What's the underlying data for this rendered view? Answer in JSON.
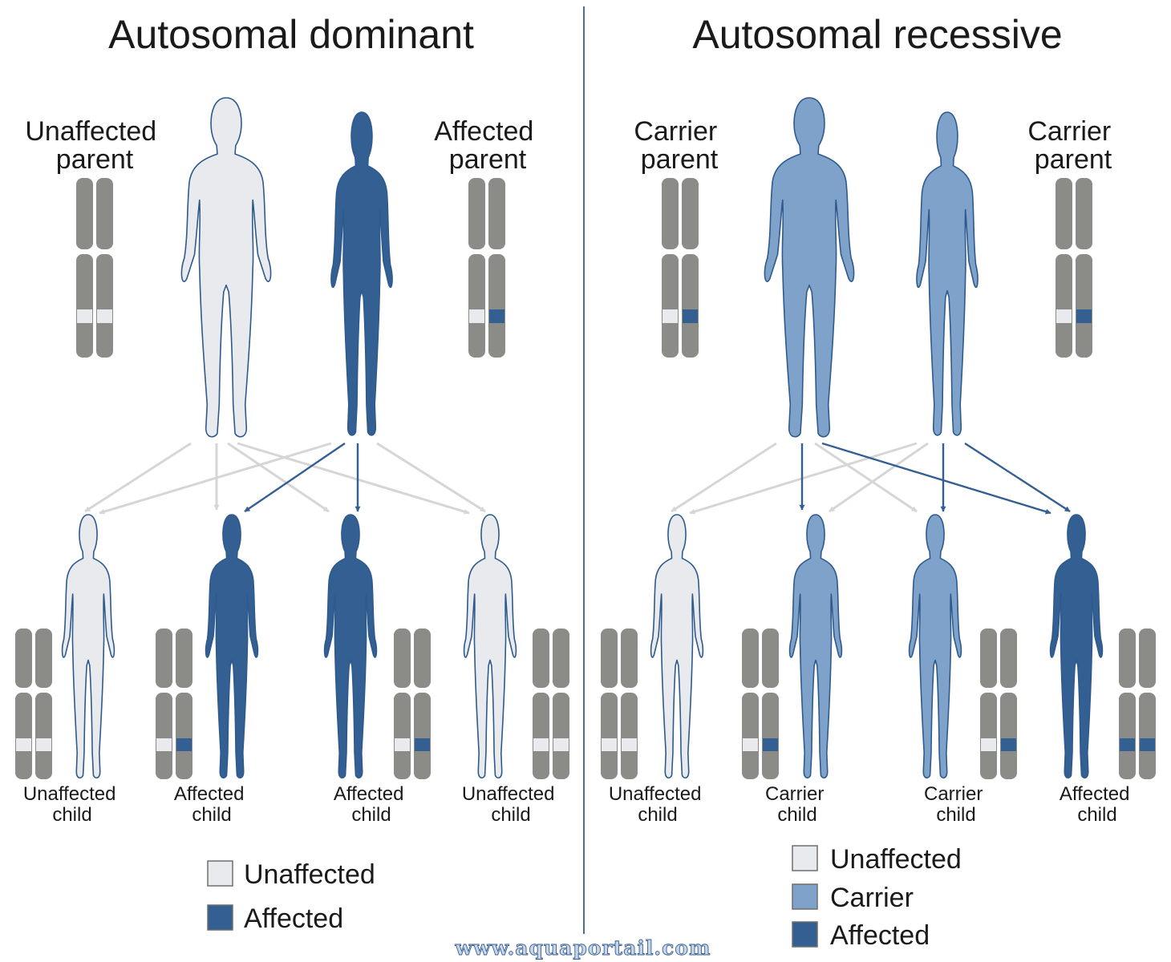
{
  "colors": {
    "unaffected": "#e8eaed",
    "carrier": "#7fa2ca",
    "affected": "#335f92",
    "chromosome": "#8b8b87",
    "outline": "#2e5a8d",
    "divider": "#4b6e96",
    "arrow_light": "#d6d6d6"
  },
  "icons": {
    "figure": "human-silhouette-icon",
    "chromosome": "chromosome-pair-icon",
    "arrow": "inheritance-arrow-icon"
  },
  "panels": [
    {
      "title": "Autosomal dominant",
      "parents": [
        {
          "label_lines": [
            "Unaffected",
            "parent"
          ],
          "status": "unaffected",
          "alleles": [
            "unaffected",
            "unaffected"
          ]
        },
        {
          "label_lines": [
            "Affected",
            "parent"
          ],
          "status": "affected",
          "alleles": [
            "unaffected",
            "affected"
          ]
        }
      ],
      "children": [
        {
          "label_lines": [
            "Unaffected",
            "child"
          ],
          "status": "unaffected",
          "alleles": [
            "unaffected",
            "unaffected"
          ]
        },
        {
          "label_lines": [
            "Affected",
            "child"
          ],
          "status": "affected",
          "alleles": [
            "unaffected",
            "affected"
          ]
        },
        {
          "label_lines": [
            "Affected",
            "child"
          ],
          "status": "affected",
          "alleles": [
            "unaffected",
            "affected"
          ]
        },
        {
          "label_lines": [
            "Unaffected",
            "child"
          ],
          "status": "unaffected",
          "alleles": [
            "unaffected",
            "unaffected"
          ]
        }
      ],
      "legend": [
        {
          "label": "Unaffected",
          "status": "unaffected"
        },
        {
          "label": "Affected",
          "status": "affected"
        }
      ]
    },
    {
      "title": "Autosomal recessive",
      "parents": [
        {
          "label_lines": [
            "Carrier",
            "parent"
          ],
          "status": "carrier",
          "alleles": [
            "unaffected",
            "affected"
          ]
        },
        {
          "label_lines": [
            "Carrier",
            "parent"
          ],
          "status": "carrier",
          "alleles": [
            "unaffected",
            "affected"
          ]
        }
      ],
      "children": [
        {
          "label_lines": [
            "Unaffected",
            "child"
          ],
          "status": "unaffected",
          "alleles": [
            "unaffected",
            "unaffected"
          ]
        },
        {
          "label_lines": [
            "Carrier",
            "child"
          ],
          "status": "carrier",
          "alleles": [
            "unaffected",
            "affected"
          ]
        },
        {
          "label_lines": [
            "Carrier",
            "child"
          ],
          "status": "carrier",
          "alleles": [
            "unaffected",
            "affected"
          ]
        },
        {
          "label_lines": [
            "Affected",
            "child"
          ],
          "status": "affected",
          "alleles": [
            "affected",
            "affected"
          ]
        }
      ],
      "legend": [
        {
          "label": "Unaffected",
          "status": "unaffected"
        },
        {
          "label": "Carrier",
          "status": "carrier"
        },
        {
          "label": "Affected",
          "status": "affected"
        }
      ]
    }
  ],
  "watermark": "www.aquaportail.com"
}
